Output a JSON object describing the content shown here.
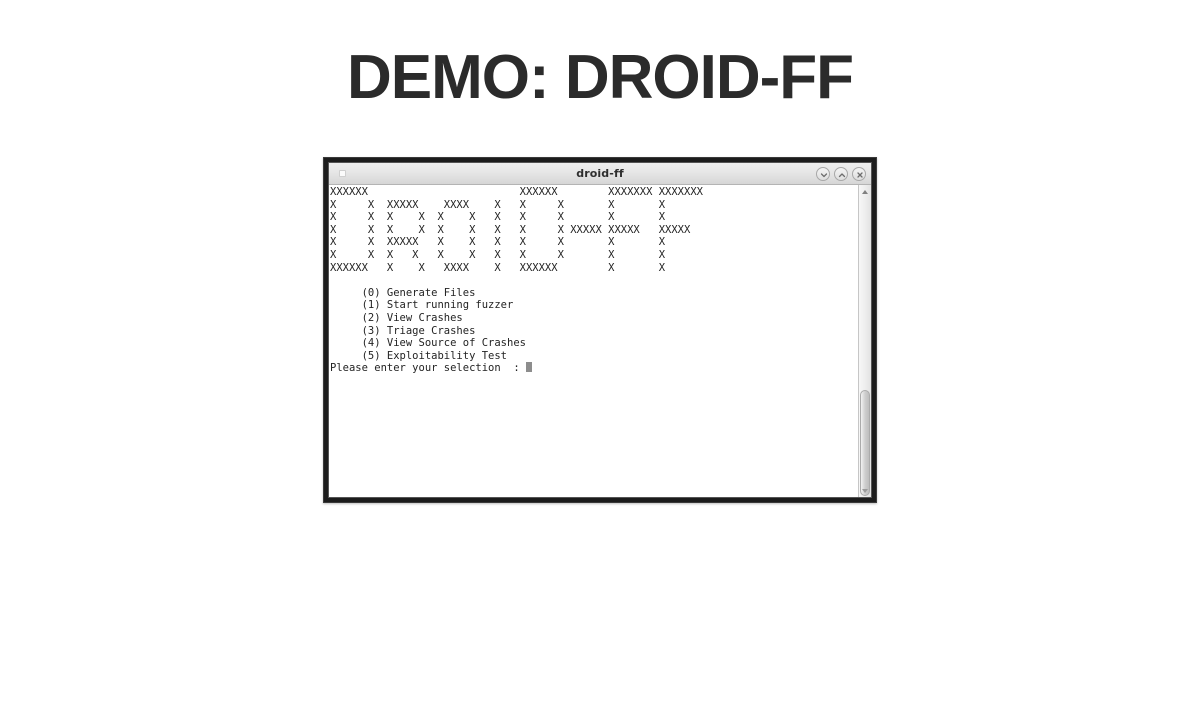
{
  "slide": {
    "title": "DEMO: DROID-FF",
    "background_color": "#ffffff",
    "title_color": "#2b2b2b"
  },
  "window": {
    "title": "droid-ff",
    "controls": [
      {
        "name": "minimize",
        "glyph": "chevron-down"
      },
      {
        "name": "maximize",
        "glyph": "chevron-up"
      },
      {
        "name": "close",
        "glyph": "x"
      }
    ],
    "menu_dot": "window-menu-dot"
  },
  "terminal": {
    "banner_lines": [
      "XXXXXX                        XXXXXX        XXXXXXX XXXXXXX",
      "X     X  XXXXX    XXXX    X   X     X       X       X",
      "X     X  X    X  X    X   X   X     X       X       X",
      "X     X  X    X  X    X   X   X     X XXXXX XXXXX   XXXXX",
      "X     X  XXXXX   X    X   X   X     X       X       X",
      "X     X  X   X   X    X   X   X     X       X       X",
      "XXXXXX   X    X   XXXX    X   XXXXXX        X       X"
    ],
    "menu_items": [
      "     (0) Generate Files",
      "     (1) Start running fuzzer",
      "     (2) View Crashes",
      "     (3) Triage Crashes",
      "     (4) View Source of Crashes",
      "     (5) Exploitability Test"
    ],
    "prompt": "Please enter your selection  : ",
    "cursor": "block",
    "text_color": "#232323",
    "background_color": "#ffffff"
  },
  "scrollbar": {
    "arrow_up": "▲",
    "arrow_down": "▼",
    "thumb_present": true
  }
}
